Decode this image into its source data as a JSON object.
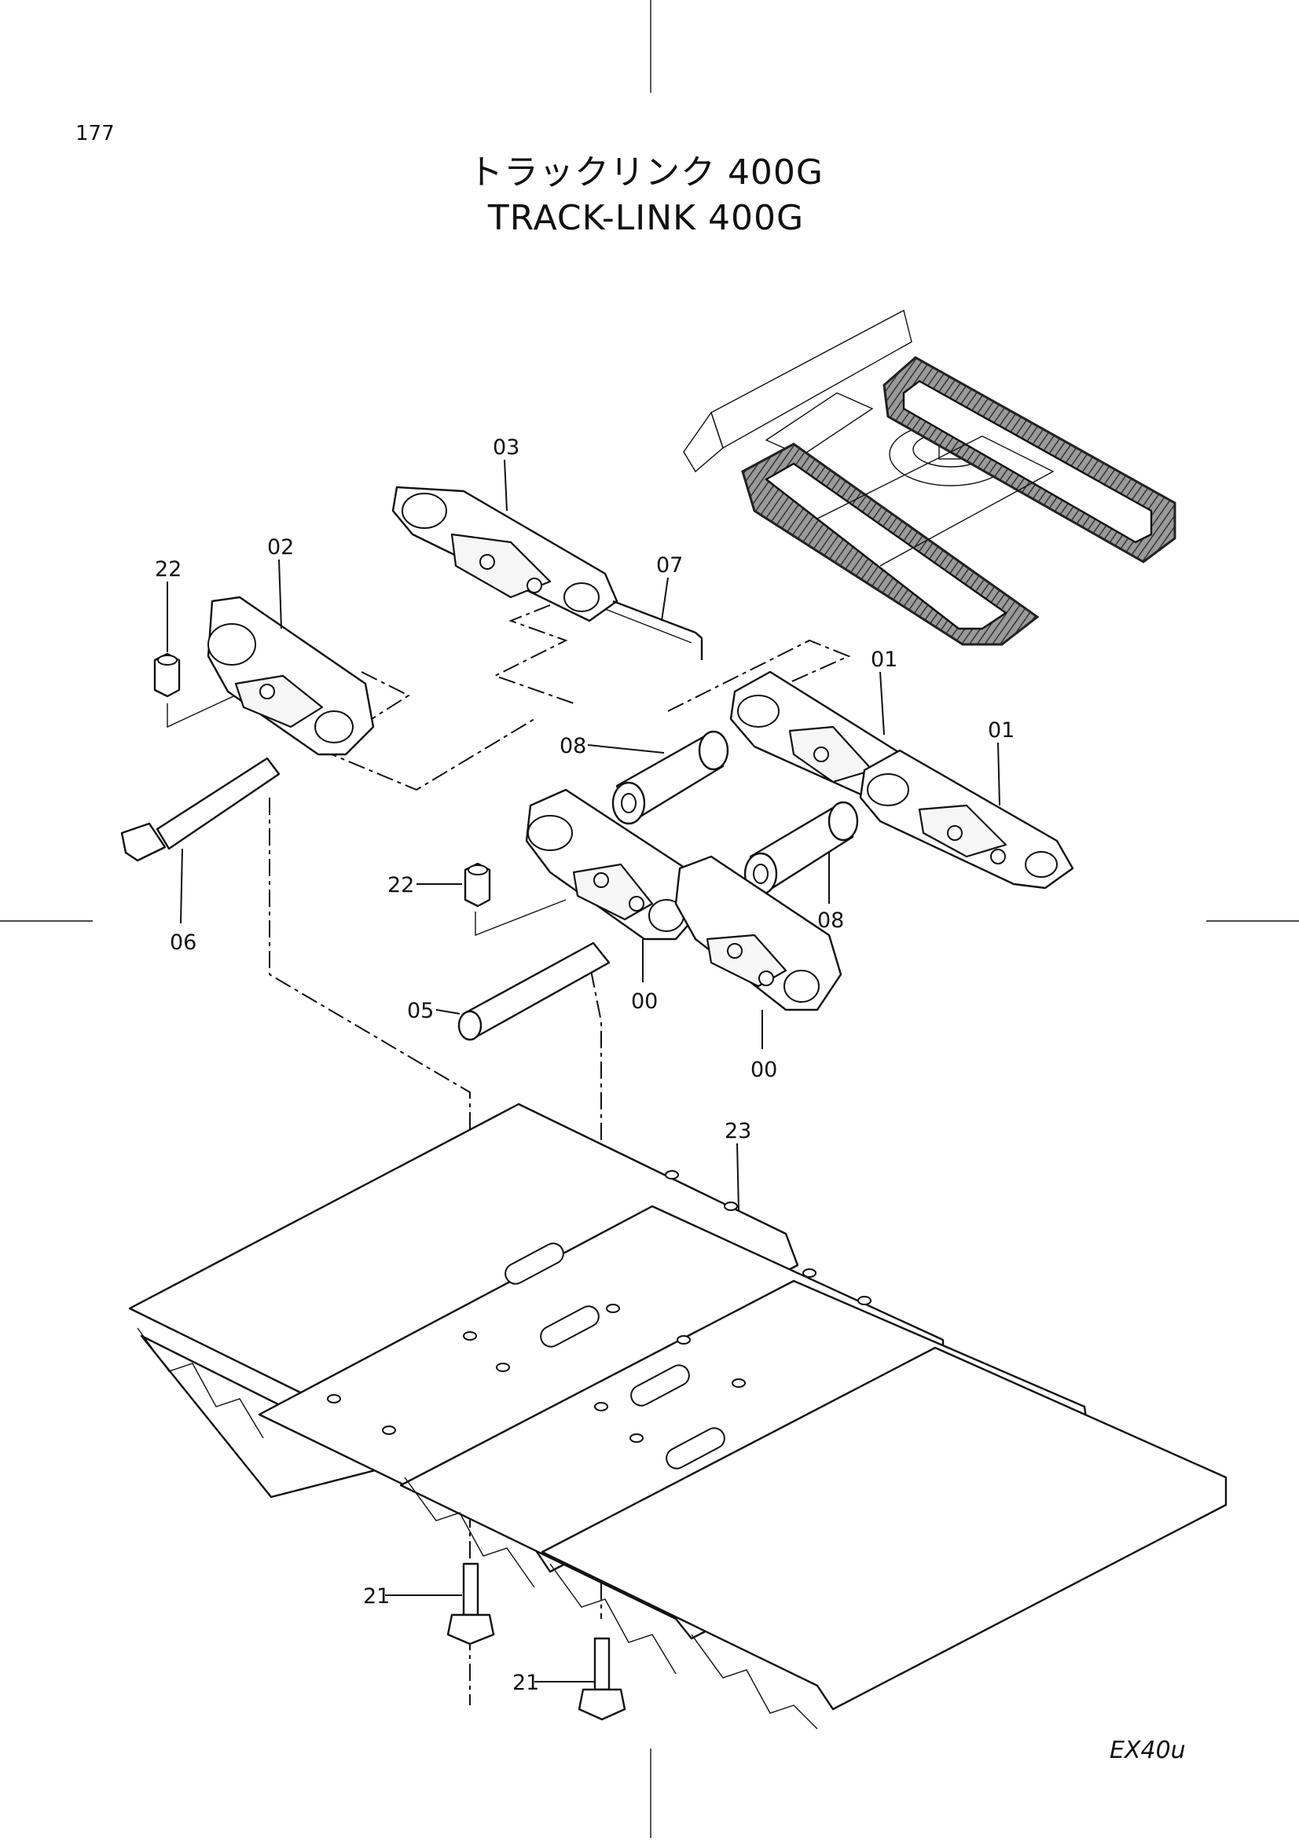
{
  "page": {
    "number": "177",
    "model": "EX40u"
  },
  "title": {
    "jp": "トラックリンク 400G",
    "en": "TRACK-LINK 400G"
  },
  "callouts": {
    "c03": "03",
    "c02": "02",
    "c22a": "22",
    "c07": "07",
    "c01a": "01",
    "c01b": "01",
    "c08a": "08",
    "c08b": "08",
    "c06": "06",
    "c22b": "22",
    "c05": "05",
    "c00a": "00",
    "c00b": "00",
    "c23": "23",
    "c21a": "21",
    "c21b": "21"
  }
}
